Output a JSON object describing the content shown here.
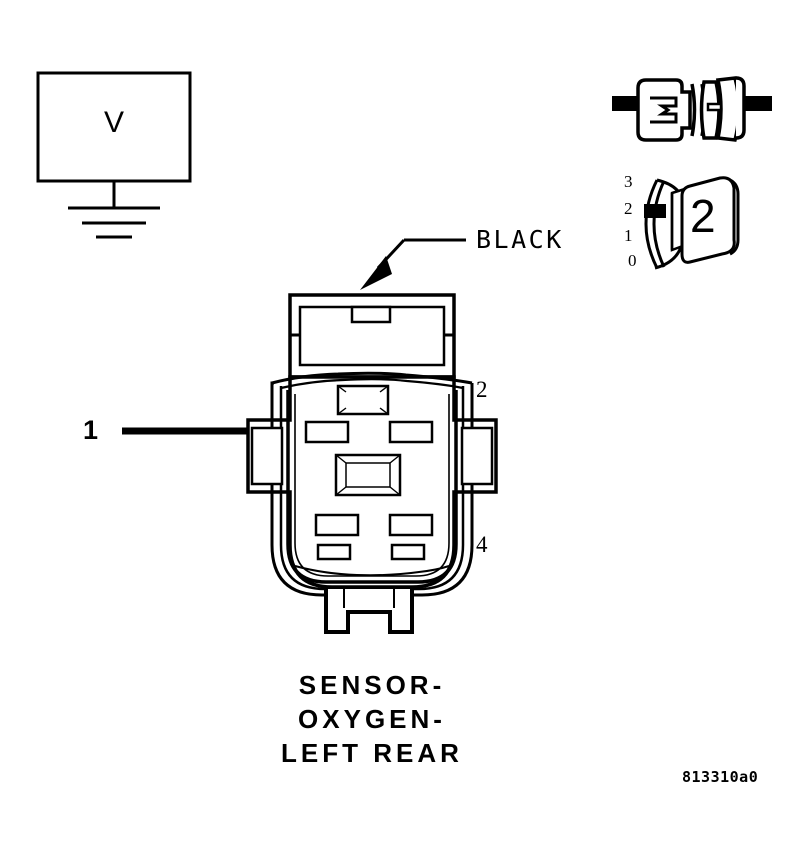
{
  "figure": {
    "id_code": "813310a0",
    "caption_lines": [
      "SENSOR-",
      "OXYGEN-",
      "LEFT REAR"
    ],
    "wire_color_label": "BLACK"
  },
  "meter": {
    "symbol": "V",
    "name": "voltmeter",
    "ground_symbol": "earth-ground"
  },
  "callouts": [
    {
      "number": "1",
      "target": "connector-cavity-upper-left"
    }
  ],
  "cavity_numbers": [
    {
      "label": "2",
      "position": "upper-right"
    },
    {
      "label": "4",
      "position": "lower-right"
    }
  ],
  "connector_pair": {
    "name": "mated-connector-halves",
    "left_half": "male-connector-half",
    "right_half": "female-connector-half"
  },
  "probe_tool": {
    "scale_labels": [
      "3",
      "2",
      "1",
      "0"
    ],
    "indicator_value": "2",
    "knob_label": "2"
  }
}
